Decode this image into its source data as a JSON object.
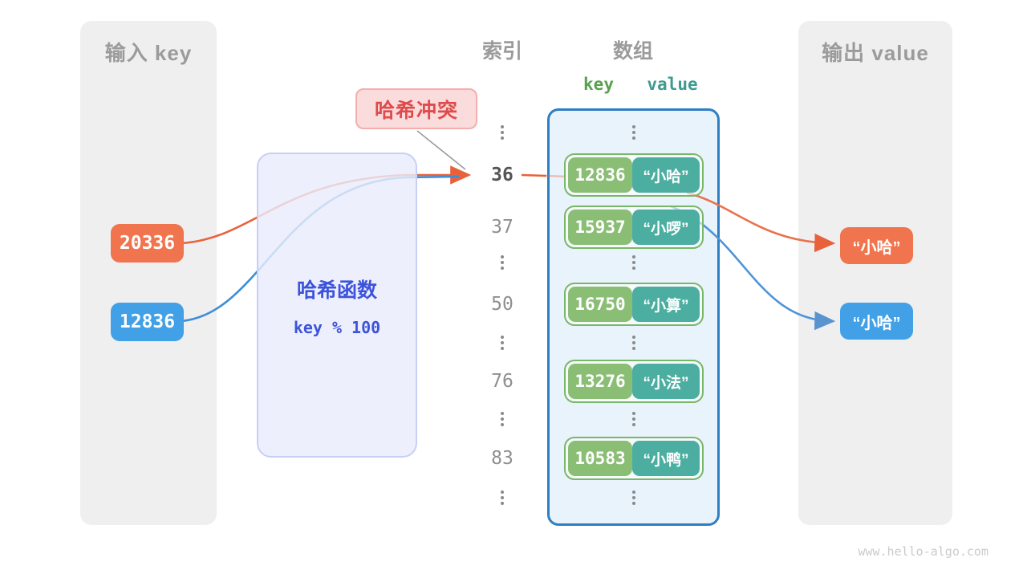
{
  "labels": {
    "input_header": "输入 key",
    "output_header": "输出 value",
    "index_header": "索引",
    "array_header": "数组",
    "key_col": "key",
    "value_col": "value",
    "collision": "哈希冲突",
    "watermark": "www.hello-algo.com"
  },
  "hash_function": {
    "name": "哈希函数",
    "formula": "key % 100"
  },
  "input_keys": [
    {
      "value": "20336",
      "color": "#f0744e"
    },
    {
      "value": "12836",
      "color": "#41a0e6"
    }
  ],
  "outputs": [
    {
      "value": "“小哈”",
      "color": "#f0744e"
    },
    {
      "value": "“小哈”",
      "color": "#41a0e6"
    }
  ],
  "index_column": [
    {
      "type": "dots"
    },
    {
      "type": "value",
      "text": "36",
      "emphasis": true
    },
    {
      "type": "value",
      "text": "37",
      "emphasis": false
    },
    {
      "type": "dots"
    },
    {
      "type": "value",
      "text": "50",
      "emphasis": false
    },
    {
      "type": "dots"
    },
    {
      "type": "value",
      "text": "76",
      "emphasis": false
    },
    {
      "type": "dots"
    },
    {
      "type": "value",
      "text": "83",
      "emphasis": false
    },
    {
      "type": "dots"
    }
  ],
  "array_column": [
    {
      "type": "dots"
    },
    {
      "type": "pair",
      "key": "12836",
      "value": "“小哈”"
    },
    {
      "type": "pair",
      "key": "15937",
      "value": "“小啰”"
    },
    {
      "type": "dots"
    },
    {
      "type": "pair",
      "key": "16750",
      "value": "“小算”"
    },
    {
      "type": "dots"
    },
    {
      "type": "pair",
      "key": "13276",
      "value": "“小法”"
    },
    {
      "type": "dots"
    },
    {
      "type": "pair",
      "key": "10583",
      "value": "“小鸭”"
    },
    {
      "type": "dots"
    }
  ],
  "colors": {
    "orange": "#f0744e",
    "blue": "#41a0e6",
    "key_green": "#8bbe75",
    "value_teal": "#4caea1",
    "pair_border": "#79b768",
    "array_border": "#2e7ec3",
    "array_fill": "#e9f3fb",
    "hash_box_fill": "#e9edfb",
    "hash_box_border": "#c8cff5",
    "hash_text": "#3d53db",
    "collision_fill": "#fadcdc",
    "collision_border": "#f3afaf",
    "collision_text": "#df4b4b",
    "panel_gray": "#efeff0",
    "header_gray": "#9b9b9b",
    "arrow_orange": "#e8613b",
    "arrow_blue": "#4e94d6",
    "pointer_gray": "#999999"
  }
}
